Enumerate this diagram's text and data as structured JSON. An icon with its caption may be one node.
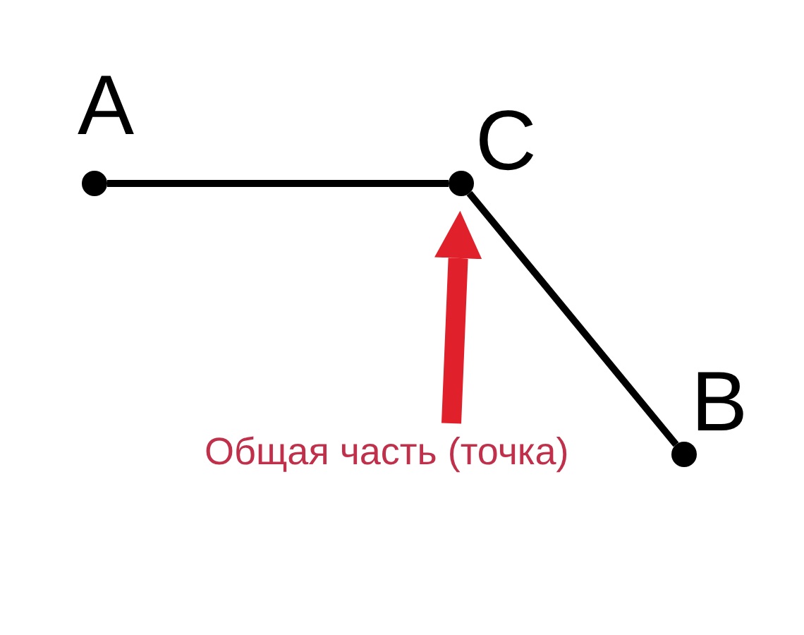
{
  "diagram": {
    "nodes": [
      {
        "text": [
          "A"
        ]
      },
      {
        "text": [
          "C"
        ]
      },
      {
        "text": [
          "B"
        ]
      },
      {
        "text": [
          "Общая часть (точка)"
        ]
      }
    ],
    "edges": [
      {
        "from": 0,
        "to": 1,
        "arrow": "none"
      },
      {
        "from": 1,
        "to": 2,
        "arrow": "none"
      },
      {
        "from": 3,
        "to": 1,
        "arrow": "to",
        "style": "thick",
        "color": "#e0202a"
      }
    ]
  }
}
